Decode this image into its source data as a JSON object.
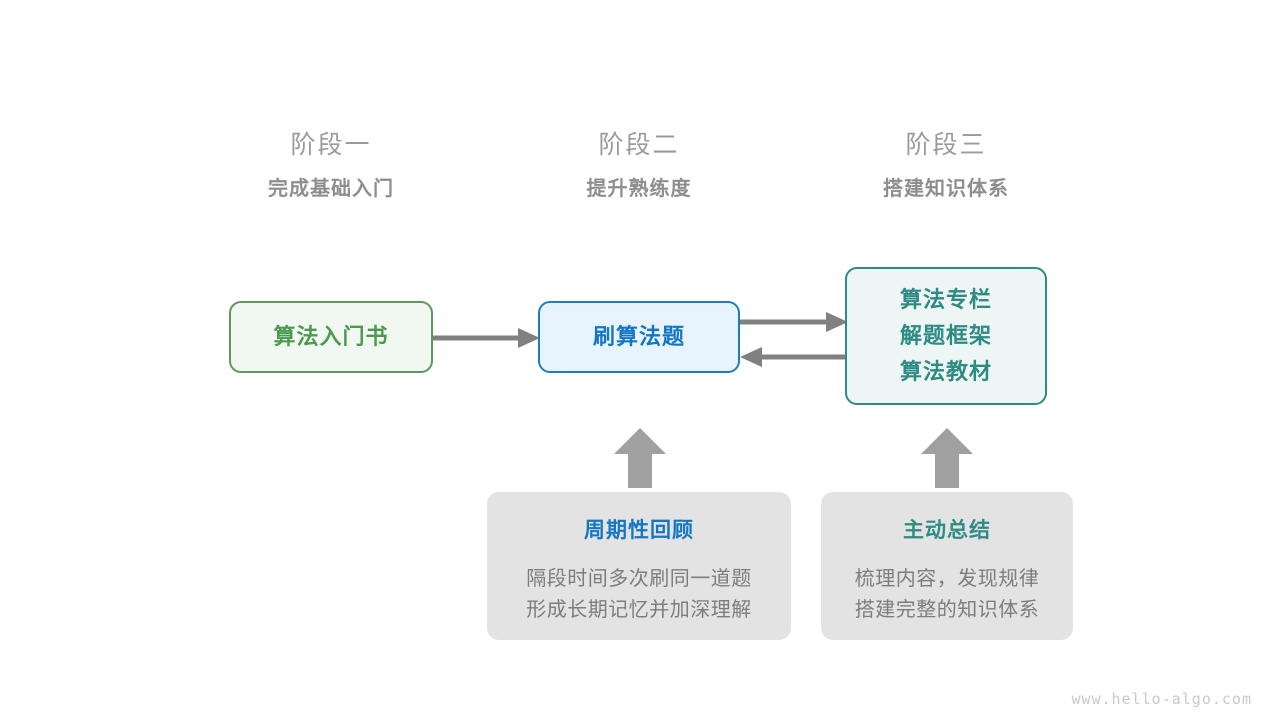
{
  "stages": [
    {
      "title": "阶段一",
      "subtitle": "完成基础入门"
    },
    {
      "title": "阶段二",
      "subtitle": "提升熟练度"
    },
    {
      "title": "阶段三",
      "subtitle": "搭建知识体系"
    }
  ],
  "nodes": [
    {
      "id": "book",
      "lines": [
        "算法入门书"
      ]
    },
    {
      "id": "practice",
      "lines": [
        "刷算法题"
      ]
    },
    {
      "id": "knowledge",
      "lines": [
        "算法专栏",
        "解题框架",
        "算法教材"
      ]
    }
  ],
  "notes": [
    {
      "id": "review",
      "title": "周期性回顾",
      "body_lines": [
        "隔段时间多次刷同一道题",
        "形成长期记忆并加深理解"
      ]
    },
    {
      "id": "summary",
      "title": "主动总结",
      "body_lines": [
        "梳理内容，发现规律",
        "搭建完整的知识体系"
      ]
    }
  ],
  "watermark": "www.hello-algo.com",
  "colors": {
    "green": "#4c9a51",
    "green_border": "#5b9a5b",
    "green_fill": "#f1f8f1",
    "blue": "#1577c4",
    "blue_border": "#1f7cc4",
    "blue_fill": "#e8f4fd",
    "teal": "#2e8b84",
    "teal_fill": "#edf6f4",
    "note_fill": "#e3e3e3",
    "arrow": "#808080",
    "stage_title": "#9b9b9b",
    "stage_sub": "#8e8e8e",
    "note_body": "#7d7d7d",
    "watermark": "#c9c9c9"
  }
}
